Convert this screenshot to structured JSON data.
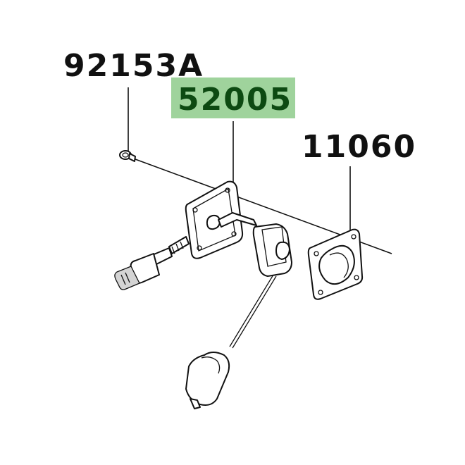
{
  "parts": {
    "bolt": {
      "number": "92153A"
    },
    "fuel_pump_assembly": {
      "number": "52005",
      "highlight_color": "#9fd39c"
    },
    "gasket": {
      "number": "11060"
    }
  },
  "colors": {
    "line": "#111111",
    "highlight_text": "#0d4a12",
    "background": "#ffffff"
  }
}
